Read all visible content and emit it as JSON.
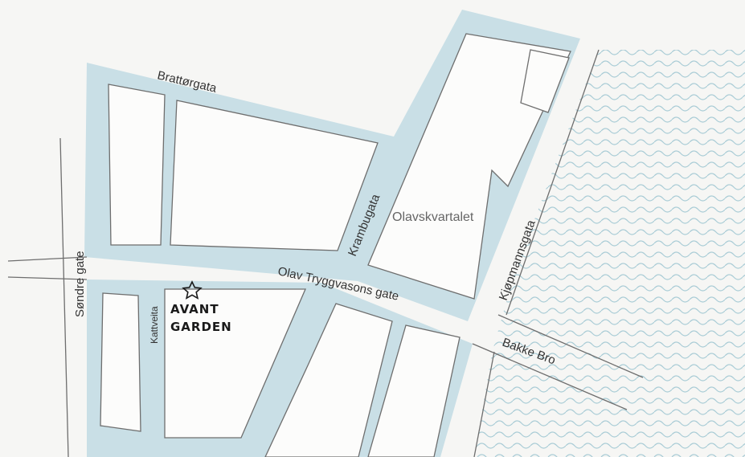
{
  "colors": {
    "background": "#f6f6f4",
    "street_fill": "#c9dfe6",
    "block_fill": "#fcfcfb",
    "outline": "#6e6e6e",
    "water_wave": "#a9ccd6",
    "text": "#333333",
    "logo": "#1a1a1a"
  },
  "streets": {
    "brattorgata": "Brattørgata",
    "sondre_gate": "Søndre gate",
    "krambugata": "Krambugata",
    "olav_tryggvasons_gate": "Olav Tryggvasons gate",
    "kattveita": "Kattveita",
    "kjopmannsgata": "Kjøpmannsgata",
    "bakke_bro": "Bakke Bro"
  },
  "districts": {
    "olavskvartalet": "Olavskvartalet"
  },
  "marker": {
    "icon": "star-icon",
    "logo_line1": "AVANT",
    "logo_line2": "GARDEN"
  }
}
